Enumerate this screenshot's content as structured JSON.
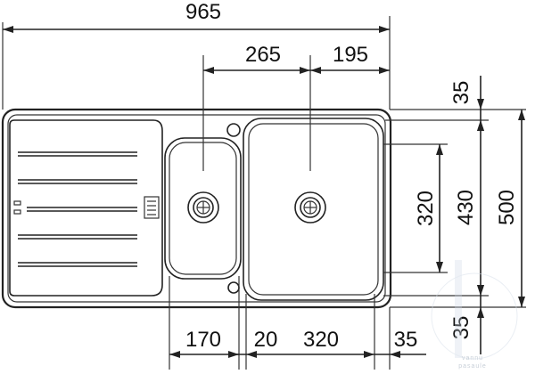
{
  "dimensions": {
    "overall_width": "965",
    "bowl_offset": "265",
    "bowl_to_edge": "195",
    "top_margin": "35",
    "bowl_height": "320",
    "inner_height": "430",
    "overall_depth": "500",
    "small_bowl_width": "170",
    "gap": "20",
    "large_bowl_width": "320",
    "right_margin": "35",
    "bottom_margin": "35"
  },
  "watermark": {
    "line1": "vannu",
    "line2": "pasaule"
  },
  "colors": {
    "line": "#222222",
    "text": "#111111",
    "watermark": "#9aa8b8"
  }
}
